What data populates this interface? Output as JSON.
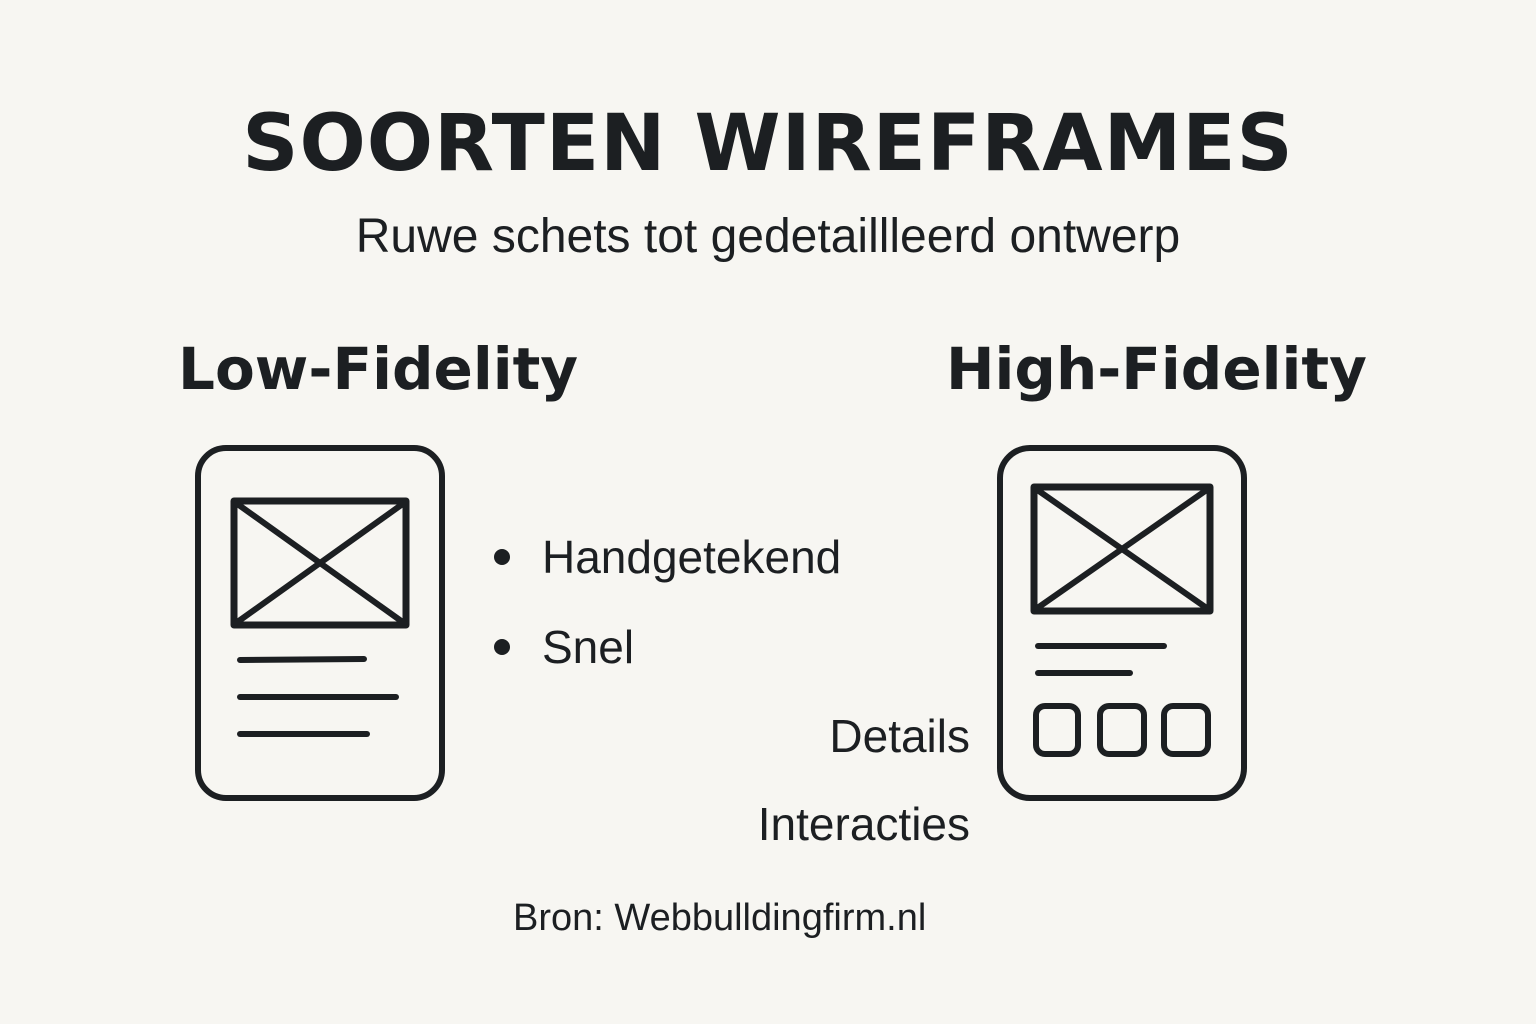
{
  "header": {
    "title": "SOORTEN WIREFRAMES",
    "subtitle": "Ruwe schets tot gedetaillleerd ontwerp"
  },
  "colors": {
    "background": "#f7f6f2",
    "ink": "#1c1f22"
  },
  "low_fidelity": {
    "heading": "Low-Fidelity",
    "icon": "wireframe-sketch-icon",
    "features": [
      {
        "label": "Handgetekend"
      },
      {
        "label": "Snel"
      }
    ]
  },
  "high_fidelity": {
    "heading": "High-Fidelity",
    "icon": "wireframe-detailed-icon",
    "features": [
      {
        "label": "Details"
      },
      {
        "label": "Interacties"
      }
    ]
  },
  "footer": {
    "source": "Bron: Webbulldingfirm.nl"
  }
}
